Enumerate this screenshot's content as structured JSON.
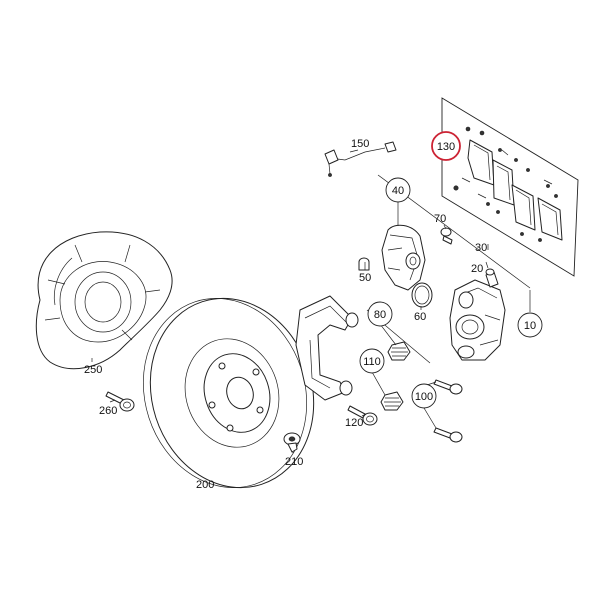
{
  "diagram": {
    "highlight_color": "#cc2233",
    "highlighted_part": "130",
    "callouts": {
      "p10": "10",
      "p20": "20",
      "p30": "30",
      "p40": "40",
      "p50": "50",
      "p60": "60",
      "p70": "70",
      "p80": "80",
      "p100": "100",
      "p110": "110",
      "p120": "120",
      "p130": "130",
      "p150": "150",
      "p200": "200",
      "p210": "210",
      "p250": "250",
      "p260": "260"
    }
  }
}
